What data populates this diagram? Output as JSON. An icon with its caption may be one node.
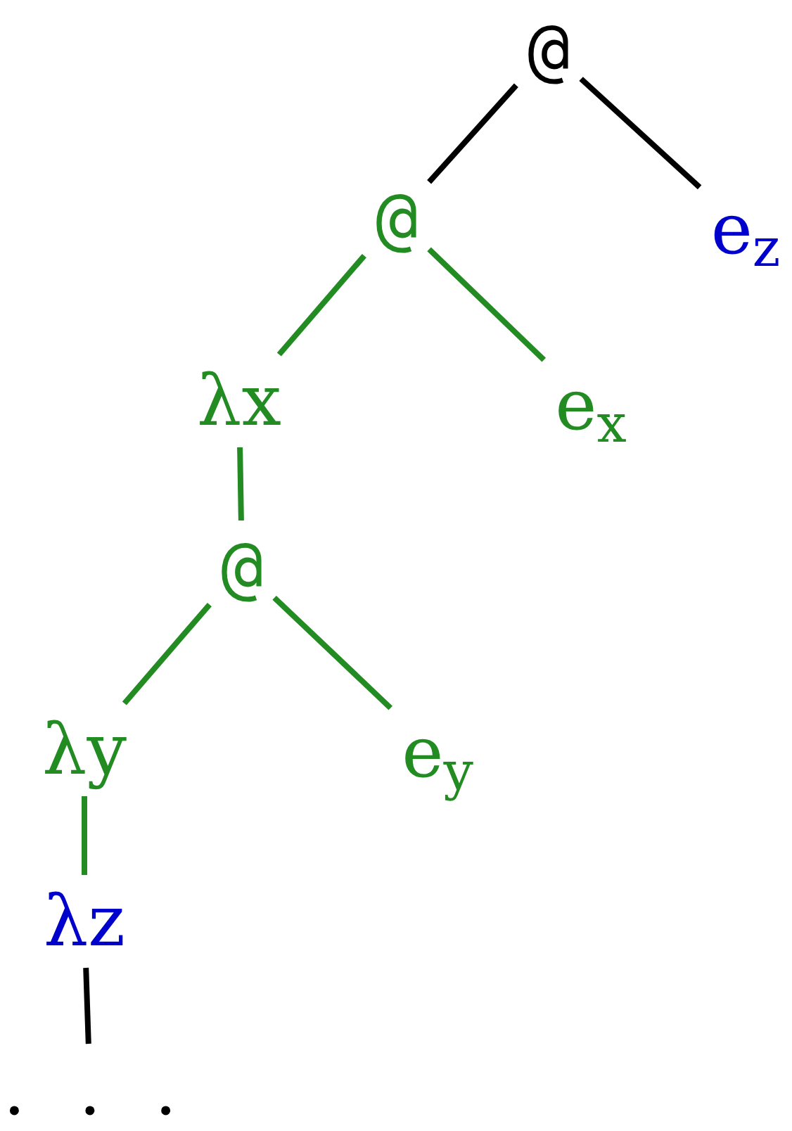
{
  "diagram": {
    "nodes": [
      {
        "text": [
          "@"
        ]
      },
      {
        "text": [
          "@"
        ]
      },
      {
        "text": [
          "e$_{z}$"
        ]
      },
      {
        "text": [
          "λx"
        ]
      },
      {
        "text": [
          "e$_{x}$"
        ]
      },
      {
        "text": [
          "@"
        ]
      },
      {
        "text": [
          "λy"
        ]
      },
      {
        "text": [
          "e$_{y}$"
        ]
      },
      {
        "text": [
          "λz"
        ]
      },
      {
        "text": [
          ". . ."
        ]
      }
    ],
    "edges": [
      {
        "from": 0,
        "to": 1,
        "arrow": "none",
        "color": "#000000"
      },
      {
        "from": 0,
        "to": 2,
        "arrow": "none",
        "color": "#000000"
      },
      {
        "from": 1,
        "to": 3,
        "arrow": "none"
      },
      {
        "from": 1,
        "to": 4,
        "arrow": "none"
      },
      {
        "from": 3,
        "to": 5,
        "arrow": "none"
      },
      {
        "from": 5,
        "to": 6,
        "arrow": "none"
      },
      {
        "from": 5,
        "to": 7,
        "arrow": "none"
      },
      {
        "from": 6,
        "to": 8,
        "arrow": "none"
      },
      {
        "from": 8,
        "to": 9,
        "arrow": "none",
        "color": "#000000"
      }
    ]
  }
}
